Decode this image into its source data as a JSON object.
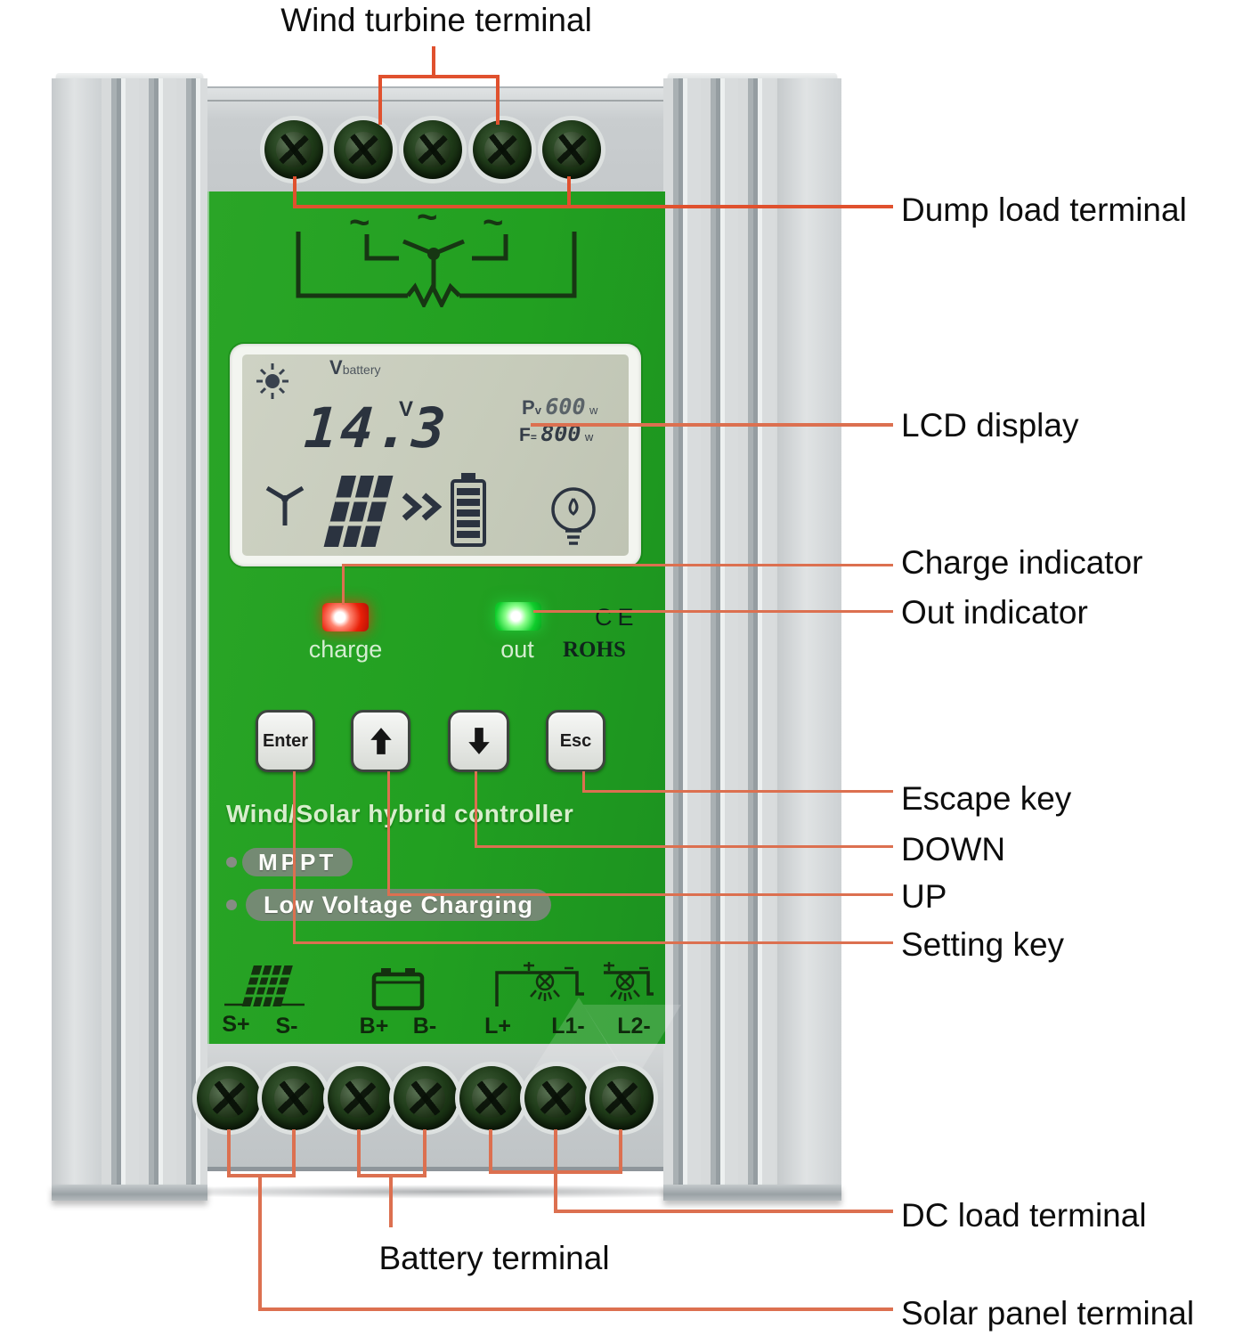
{
  "annotations": {
    "top": "Wind turbine terminal",
    "dump_load": "Dump load terminal",
    "lcd": "LCD display",
    "charge": "Charge indicator",
    "out": "Out indicator",
    "escape": "Escape key",
    "down": "DOWN",
    "up": "UP",
    "setting": "Setting key",
    "dc_load": "DC load terminal",
    "battery": "Battery terminal",
    "solar": "Solar panel terminal"
  },
  "device": {
    "title": "Wind/Solar hybrid controller",
    "badge_mppt": "MPPT",
    "badge_lvc": "Low Voltage Charging",
    "led_charge_label": "charge",
    "led_out_label": "out",
    "cert_ce": "CE",
    "cert_rohs": "ROHS",
    "button_enter": "Enter",
    "button_esc": "Esc",
    "ac_symbol": "~",
    "lcd": {
      "v_label": "V",
      "battery_label": "battery",
      "voltage": "14.3",
      "voltage_unit": "V",
      "pv_label": "P",
      "pv_sub": "v",
      "pv_value": "600",
      "pv_unit": "w",
      "wind_label": "F",
      "wind_sub": "=",
      "wind_value": "800",
      "wind_unit": "w"
    },
    "terminal_labels": [
      "S+",
      "S-",
      "B+",
      "B-",
      "L+",
      "L1-",
      "L2-"
    ]
  },
  "colors": {
    "panel_green": "#23a021",
    "annotation_line": "#dc7050",
    "annotation_line_red": "#e0512e",
    "led_charge": "#e82008",
    "led_out": "#10cd2c",
    "heatsink_silver": "#d3d6d8",
    "lcd_background": "#c9cdbc"
  }
}
